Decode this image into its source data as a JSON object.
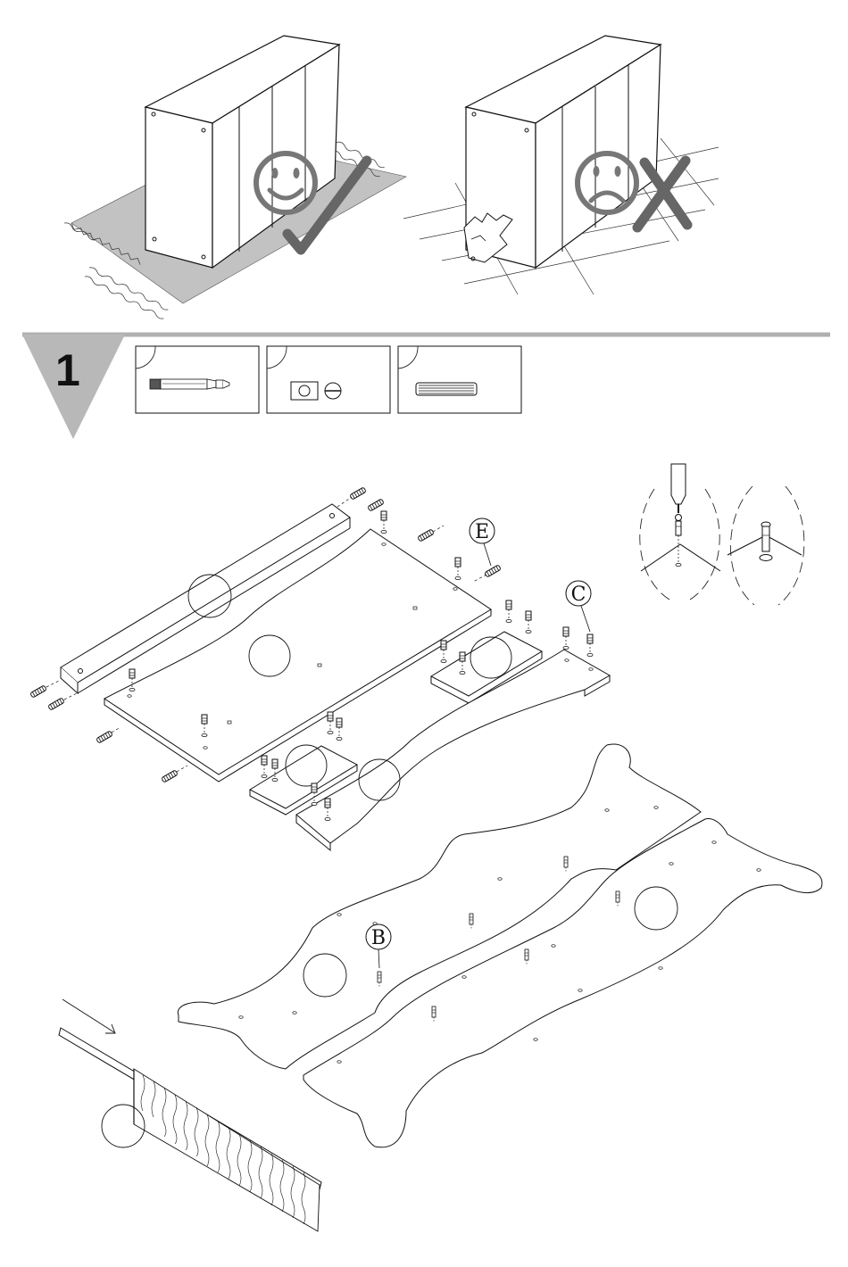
{
  "step": {
    "number": "1"
  },
  "hardware": [
    {
      "icon": "cam-bolt-icon"
    },
    {
      "icon": "cam-lock-icon"
    },
    {
      "icon": "wooden-dowel-icon"
    }
  ],
  "part_labels": {
    "e": "E",
    "c": "C",
    "b": "B"
  },
  "guidance": [
    {
      "verdict": "correct",
      "icon": "happy-face-icon",
      "mark": "check-mark-icon"
    },
    {
      "verdict": "incorrect",
      "icon": "sad-face-icon",
      "mark": "cross-mark-icon"
    }
  ]
}
